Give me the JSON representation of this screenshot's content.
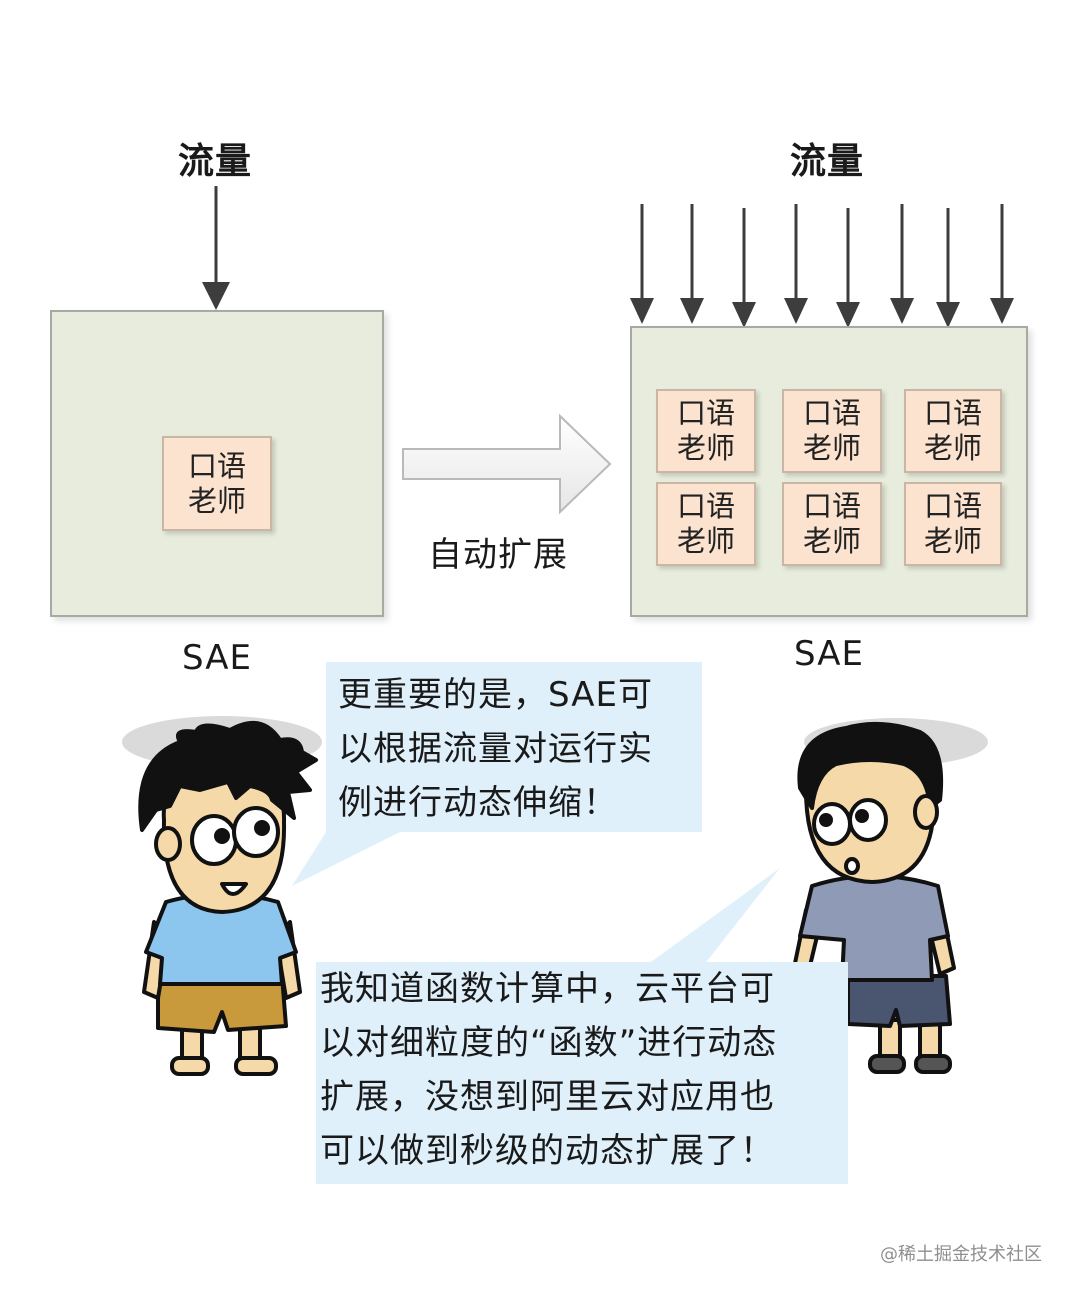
{
  "left_panel": {
    "traffic_label": "流量",
    "instance": {
      "line1": "口语",
      "line2": "老师"
    },
    "platform_label": "SAE"
  },
  "middle": {
    "scale_label": "自动扩展"
  },
  "right_panel": {
    "traffic_label": "流量",
    "instances": [
      {
        "line1": "口语",
        "line2": "老师"
      },
      {
        "line1": "口语",
        "line2": "老师"
      },
      {
        "line1": "口语",
        "line2": "老师"
      },
      {
        "line1": "口语",
        "line2": "老师"
      },
      {
        "line1": "口语",
        "line2": "老师"
      },
      {
        "line1": "口语",
        "line2": "老师"
      }
    ],
    "platform_label": "SAE"
  },
  "dialogue": {
    "speaker1_lines": [
      "更重要的是，SAE可",
      "以根据流量对运行实",
      "例进行动态伸缩！"
    ],
    "speaker2_lines": [
      "我知道函数计算中，云平台可",
      "以对细粒度的“函数”进行动态",
      "扩展，没想到阿里云对应用也",
      "可以做到秒级的动态扩展了！"
    ]
  },
  "watermark": "@稀土掘金技术社区",
  "colors": {
    "box_fill": "#e7ecdc",
    "instance_fill": "#fbe3cf",
    "bubble_fill": "#dff0fb",
    "character1_shirt": "#8cc6ef",
    "character2_shirt": "#8f9ab6"
  }
}
